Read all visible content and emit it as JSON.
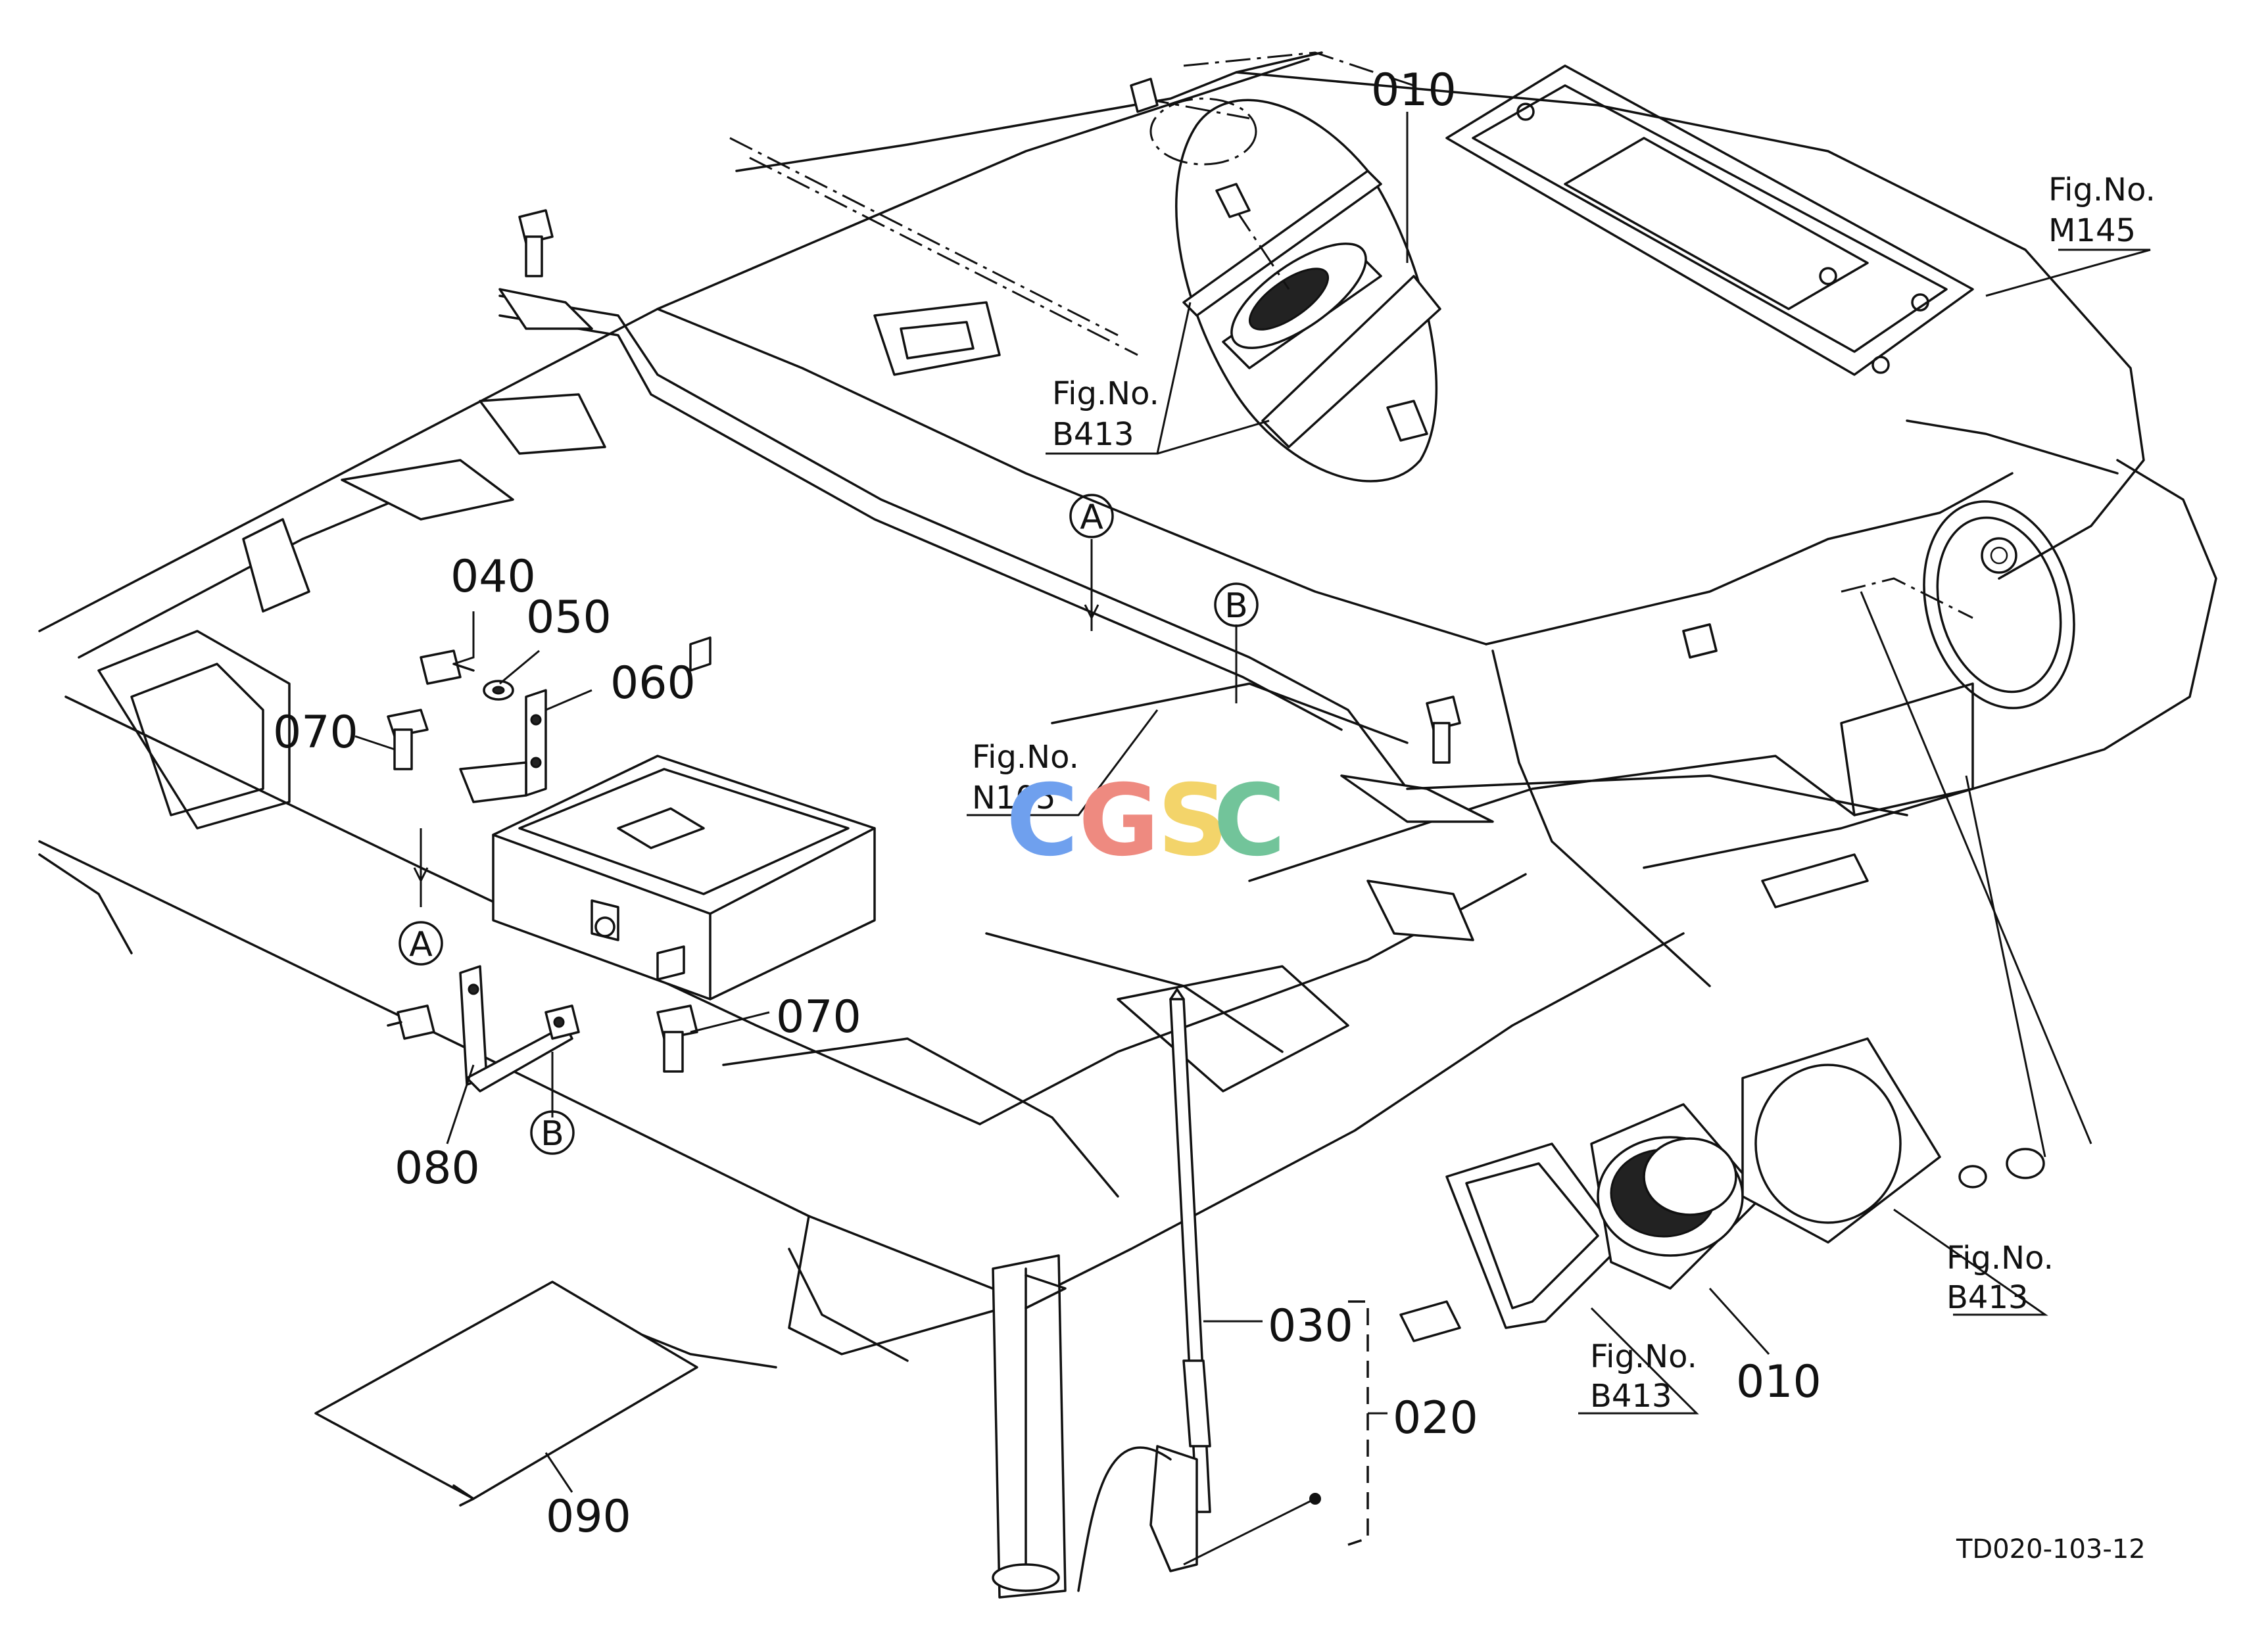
{
  "drawing_code": "TD020-103-12",
  "watermark": {
    "letters": [
      "C",
      "G",
      "S",
      "C"
    ],
    "colors": [
      "#6fa0ee",
      "#ee8a80",
      "#f3d46a",
      "#72c49a"
    ]
  },
  "parts": {
    "p010_top": "010",
    "p010_bottom": "010",
    "p020": "020",
    "p030": "030",
    "p040": "040",
    "p050": "050",
    "p060": "060",
    "p070_left": "070",
    "p070_mid": "070",
    "p080": "080",
    "p090": "090"
  },
  "fig_refs": {
    "b413_top": {
      "line1": "Fig.No.",
      "line2": "B413"
    },
    "m145": {
      "line1": "Fig.No.",
      "line2": "M145"
    },
    "n105": {
      "line1": "Fig.No.",
      "line2": "N105"
    },
    "b413_right": {
      "line1": "Fig.No.",
      "line2": "B413"
    },
    "b413_bottom": {
      "line1": "Fig.No.",
      "line2": "B413"
    }
  },
  "markers": {
    "a_top": "A",
    "b_top": "B",
    "a_left": "A",
    "b_left": "B"
  }
}
